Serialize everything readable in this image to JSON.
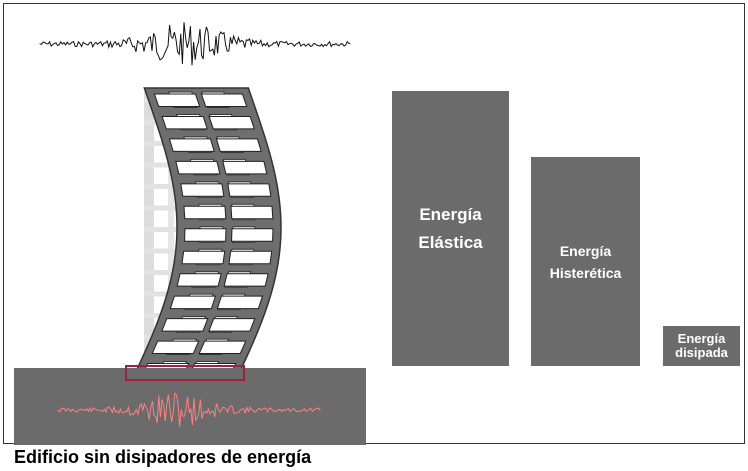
{
  "caption": "Edificio sin disipadores de energía",
  "bars": {
    "elastic": {
      "line1": "Energía",
      "line2": "Elástica"
    },
    "hysteretic": {
      "line1": "Energía",
      "line2": "Histerética"
    },
    "dissipated": {
      "line1": "Energía",
      "line2": "disipada"
    }
  },
  "colors": {
    "bar": "#6b6b6b",
    "ground": "#6b6b6b",
    "building_frame": "#5a5a5a",
    "ghost_building": "#dcdcdc",
    "top_signal": "#111111",
    "ground_signal": "#ff8080",
    "base_plate": "#a02040"
  }
}
